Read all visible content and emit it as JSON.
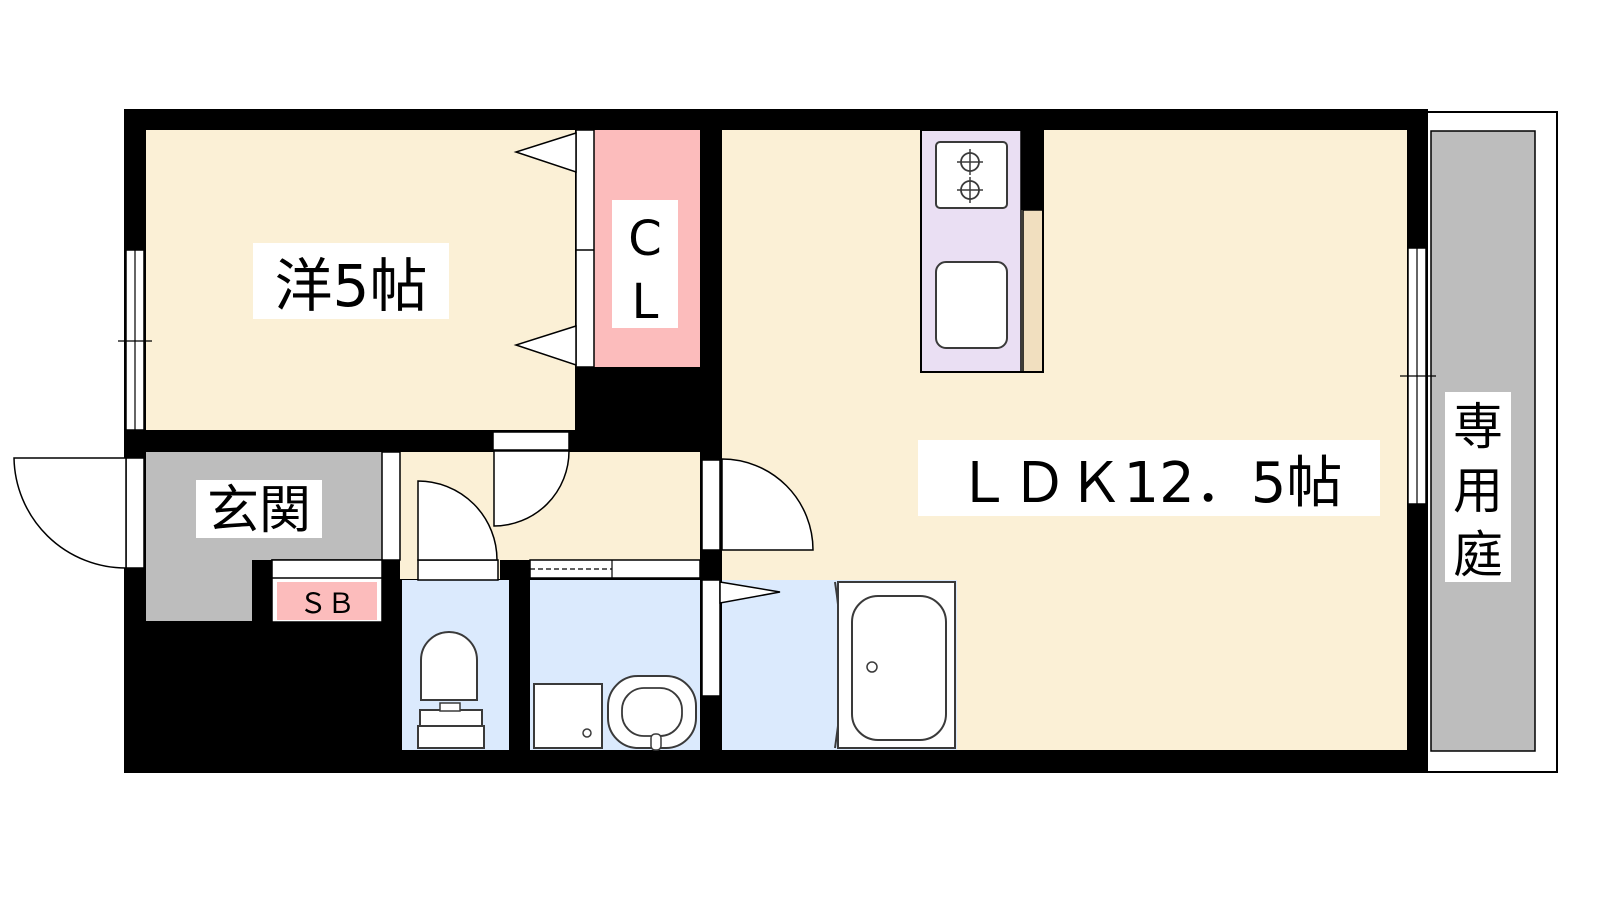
{
  "colors": {
    "wall": "#000000",
    "floor": "#fbf0d6",
    "entrance": "#bdbdbd",
    "closet": "#fcbcbc",
    "shoe_box": "#fcbcbc",
    "wet_area": "#dbeafd",
    "kitchen": "#eadff3",
    "garden": "#bdbdbd",
    "fixture_stroke": "#3a3a3a"
  },
  "rooms": {
    "western": {
      "label": "洋5帖"
    },
    "closet": {
      "label_top": "C",
      "label_bottom": "L"
    },
    "ldk": {
      "label": "ＬＤＫ12．5帖"
    },
    "entrance": {
      "label": "玄関"
    },
    "shoe_box": {
      "label": "ＳＢ"
    },
    "garden": {
      "label_1": "専",
      "label_2": "用",
      "label_3": "庭"
    }
  },
  "icons": {
    "stove": "stove-icon",
    "sink": "sink-icon",
    "toilet": "toilet-icon",
    "washbasin": "washbasin-icon",
    "bathtub": "bathtub-icon",
    "washing_machine": "washing-machine-pan-icon"
  }
}
